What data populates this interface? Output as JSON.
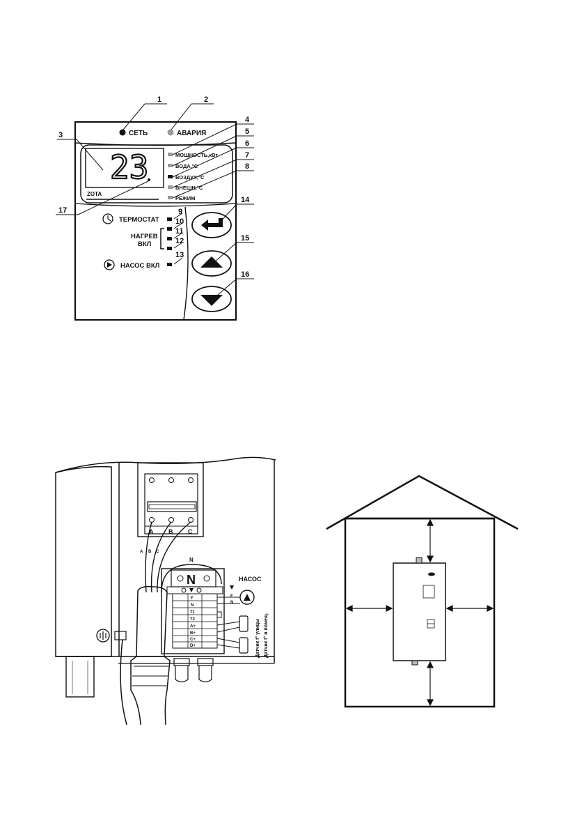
{
  "panel": {
    "power_label": "СЕТЬ",
    "alarm_label": "АВАРИЯ",
    "display_value": "23",
    "brand": "ZOTA",
    "indicators": [
      "МОЩНОСТЬ,кВт",
      "ВОДА,°С",
      "ВОЗДУХ,°С",
      "ВНЕШН,°С",
      "РЕЖИМ"
    ],
    "thermostat_label": "ТЕРМОСТАТ",
    "heating_label_1": "НАГРЕВ",
    "heating_label_2": "ВКЛ",
    "pump_label": "НАСОС ВКЛ",
    "callouts": [
      "1",
      "2",
      "3",
      "4",
      "5",
      "6",
      "7",
      "8",
      "9",
      "10",
      "11",
      "12",
      "13",
      "14",
      "15",
      "16",
      "17"
    ]
  },
  "wiring": {
    "terminals_top": [
      "A",
      "B",
      "C"
    ],
    "wire_labels": [
      "A",
      "B",
      "C"
    ],
    "neutral_label": "N",
    "big_n": "N",
    "pump_label": "НАСОС",
    "pump_terms": [
      "F",
      "N"
    ],
    "block_terms": [
      "F",
      "N",
      "T1",
      "T2",
      "A+",
      "B+",
      "C+",
      "D+"
    ],
    "sensor_street": "Датчик t° улицы",
    "sensor_room": "Датчик t° в помещ."
  },
  "colors": {
    "ink": "#111111",
    "led_grey": "#9a9a9a",
    "led_black": "#111111"
  }
}
